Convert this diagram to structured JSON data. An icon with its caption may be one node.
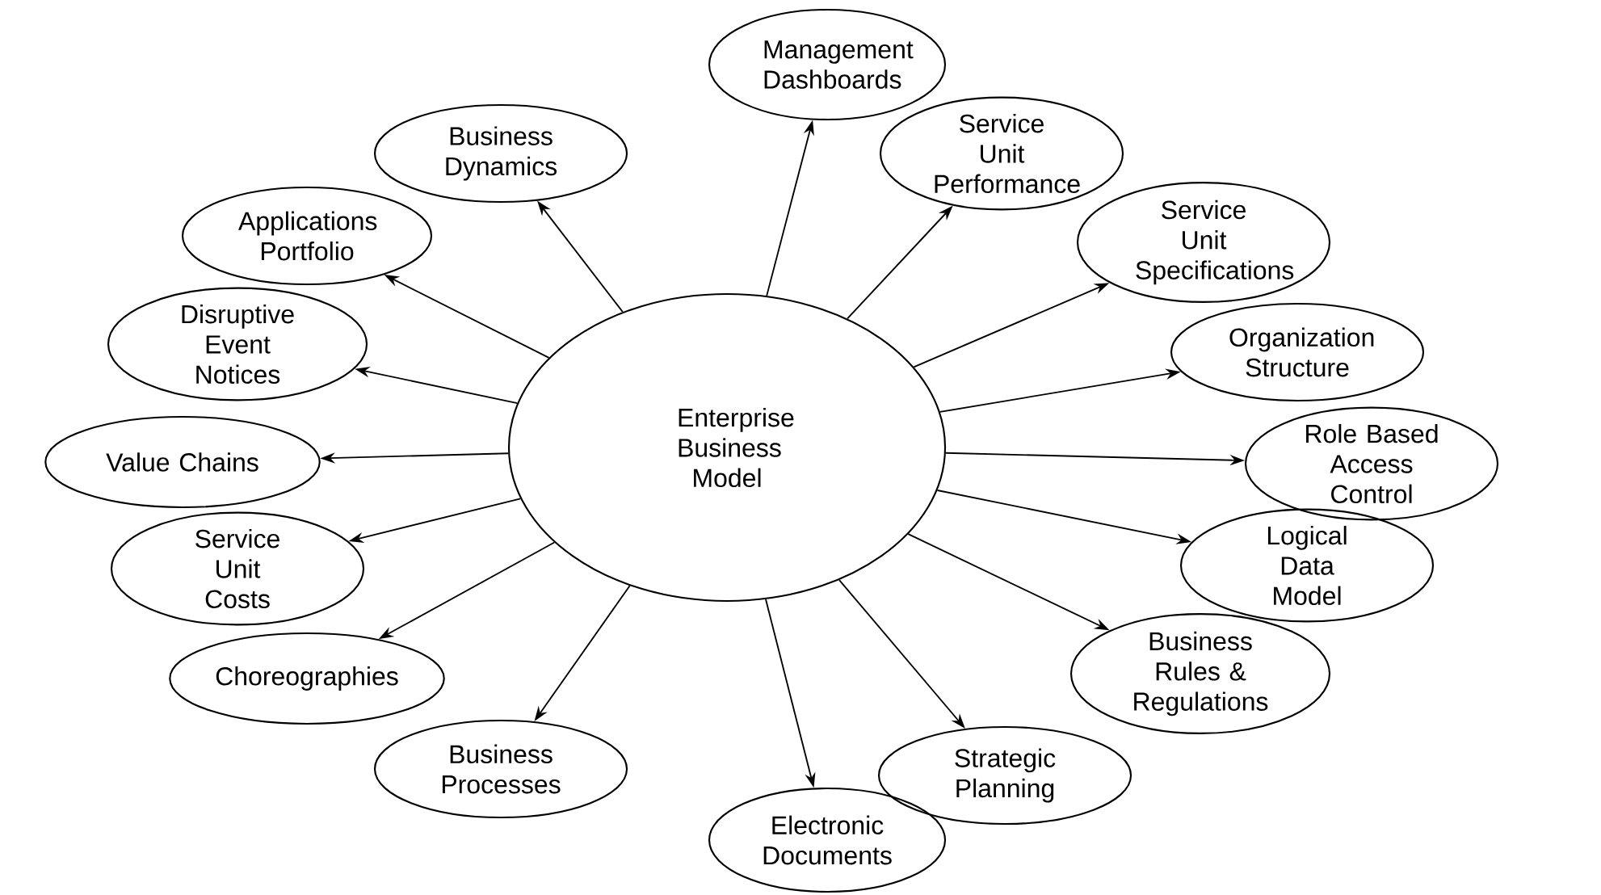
{
  "diagram": {
    "nodes": [
      {
        "text": [
          "Enterprise Business Model"
        ]
      },
      {
        "text": [
          "Management Dashboards"
        ]
      },
      {
        "text": [
          "Business Dynamics"
        ]
      },
      {
        "text": [
          "Service Unit Performance"
        ]
      },
      {
        "text": [
          "Applications Portfolio"
        ]
      },
      {
        "text": [
          "Service Unit Specifications"
        ]
      },
      {
        "text": [
          "Disruptive Event Notices"
        ]
      },
      {
        "text": [
          "Organization Structure"
        ]
      },
      {
        "text": [
          "Value Chains"
        ]
      },
      {
        "text": [
          "Role Based Access Control"
        ]
      },
      {
        "text": [
          "Service Unit Costs"
        ]
      },
      {
        "text": [
          "Logical Data Model"
        ]
      },
      {
        "text": [
          "Choreographies"
        ]
      },
      {
        "text": [
          "Business Rules & Regulations"
        ]
      },
      {
        "text": [
          "Business Processes"
        ]
      },
      {
        "text": [
          "Strategic Planning"
        ]
      },
      {
        "text": [
          "Electronic Documents"
        ]
      }
    ],
    "edges": [
      {
        "from": 0,
        "to": 1,
        "arrow": "to"
      },
      {
        "from": 0,
        "to": 2,
        "arrow": "to"
      },
      {
        "from": 0,
        "to": 3,
        "arrow": "to"
      },
      {
        "from": 0,
        "to": 4,
        "arrow": "to"
      },
      {
        "from": 0,
        "to": 5,
        "arrow": "to"
      },
      {
        "from": 0,
        "to": 6,
        "arrow": "to"
      },
      {
        "from": 0,
        "to": 7,
        "arrow": "to"
      },
      {
        "from": 0,
        "to": 8,
        "arrow": "to"
      },
      {
        "from": 0,
        "to": 9,
        "arrow": "to"
      },
      {
        "from": 0,
        "to": 10,
        "arrow": "to"
      },
      {
        "from": 0,
        "to": 11,
        "arrow": "to"
      },
      {
        "from": 0,
        "to": 12,
        "arrow": "to"
      },
      {
        "from": 0,
        "to": 13,
        "arrow": "to"
      },
      {
        "from": 0,
        "to": 14,
        "arrow": "to"
      },
      {
        "from": 0,
        "to": 15,
        "arrow": "to"
      },
      {
        "from": 0,
        "to": 16,
        "arrow": "to"
      }
    ]
  }
}
